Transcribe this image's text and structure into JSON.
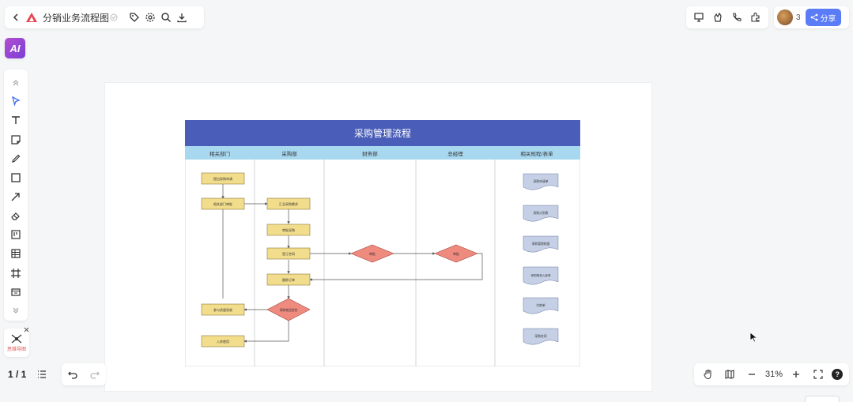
{
  "file": {
    "title": "分销业务流程图",
    "back_icon": "chevron-left-icon"
  },
  "collaborators": {
    "count": "3",
    "share_label": "分享"
  },
  "ai": {
    "label": "AI"
  },
  "mini_tool": {
    "label": "思维导图"
  },
  "pagination": {
    "current": "1 / 1"
  },
  "zoom": {
    "value": "31%"
  },
  "diagram": {
    "title": "采购管理流程",
    "lanes": [
      "相关部门",
      "采购部",
      "财务部",
      "总经理",
      "相关规程/表单"
    ],
    "dept_steps": [
      "提出采购申请",
      "相关部门审批",
      "参与质量验收",
      "入库使用"
    ],
    "purchase_steps": [
      "汇总采购需求",
      "审批采购",
      "签订合同",
      "跟踪订单"
    ],
    "purchase_decision": "采购物品检验",
    "finance_decision": "审批",
    "gm_decision": "审批",
    "documents": [
      "采购申请单",
      "采购计划表",
      "采购管理制度",
      "采购物资入库单",
      "付款单",
      "采购合同"
    ],
    "colors": {
      "title_bar": "#4a5db8",
      "lane_header": "#a8d8f0",
      "process": "#f2dd8c",
      "process_border": "#8a7a3a",
      "decision": "#ef8a7e",
      "document": "#c5d0e6"
    }
  }
}
